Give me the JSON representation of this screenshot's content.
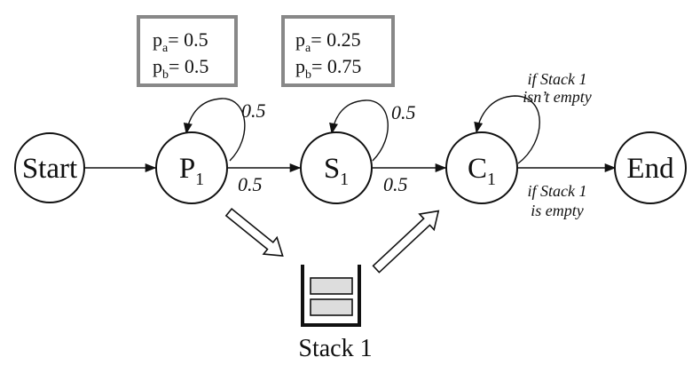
{
  "nodes": {
    "start": {
      "label": "Start"
    },
    "p1": {
      "label": "P",
      "sub": "1"
    },
    "s1": {
      "label": "S",
      "sub": "1"
    },
    "c1": {
      "label": "C",
      "sub": "1"
    },
    "end": {
      "label": "End"
    }
  },
  "prob_boxes": {
    "p1": {
      "a": {
        "sym": "p",
        "sub": "a",
        "val": "= 0.5"
      },
      "b": {
        "sym": "p",
        "sub": "b",
        "val": "= 0.5"
      }
    },
    "s1": {
      "a": {
        "sym": "p",
        "sub": "a",
        "val": "= 0.25"
      },
      "b": {
        "sym": "p",
        "sub": "b",
        "val": "= 0.75"
      }
    }
  },
  "edge_labels": {
    "p1_loop": "0.5",
    "p1_to_s1": "0.5",
    "s1_loop": "0.5",
    "s1_to_c1": "0.5"
  },
  "conditions": {
    "c1_loop_line1": "if Stack 1",
    "c1_loop_line2": "isn’t empty",
    "c1_to_end_line1": "if Stack 1",
    "c1_to_end_line2": "is empty"
  },
  "stack": {
    "label": "Stack 1"
  }
}
